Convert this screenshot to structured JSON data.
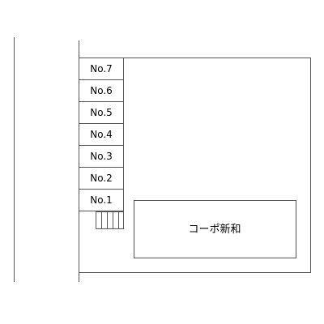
{
  "parking_slots": [
    {
      "label": "No.7"
    },
    {
      "label": "No.6"
    },
    {
      "label": "No.5"
    },
    {
      "label": "No.4"
    },
    {
      "label": "No.3"
    },
    {
      "label": "No.2"
    },
    {
      "label": "No.1"
    }
  ],
  "building": {
    "name": "コーポ新和"
  },
  "colors": {
    "line": "#555555",
    "background": "#ffffff",
    "text": "#000000"
  }
}
